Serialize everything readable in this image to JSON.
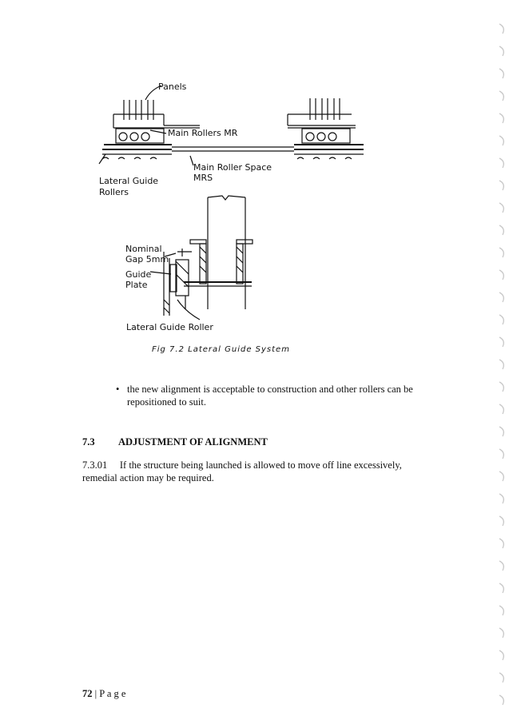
{
  "figure": {
    "labels": {
      "panels": "Panels",
      "main_rollers": "Main Rollers MR",
      "main_roller_space_1": "Main Roller Space",
      "main_roller_space_2": "MRS",
      "lateral_guide_rollers_1": "Lateral   Guide",
      "lateral_guide_rollers_2": "Rollers",
      "nominal_gap_1": "Nominal",
      "nominal_gap_2": "Gap 5mm",
      "guide_plate_1": "Guide",
      "guide_plate_2": "Plate",
      "lateral_guide_roller": "Lateral  Guide  Roller"
    },
    "caption": "Fig 7.2  Lateral  Guide  System"
  },
  "bullet": {
    "line1": "the new alignment is acceptable to construction and other rollers can be",
    "line2": "repositioned to suit."
  },
  "section": {
    "number": "7.3",
    "title": "ADJUSTMENT OF ALIGNMENT"
  },
  "paragraph": {
    "line1": "7.3.01     If the structure being launched is allowed to move off line excessively,",
    "line2": "remedial action may be required."
  },
  "footer": {
    "page_number": "72",
    "separator": "|",
    "page_word": "P a g e"
  }
}
